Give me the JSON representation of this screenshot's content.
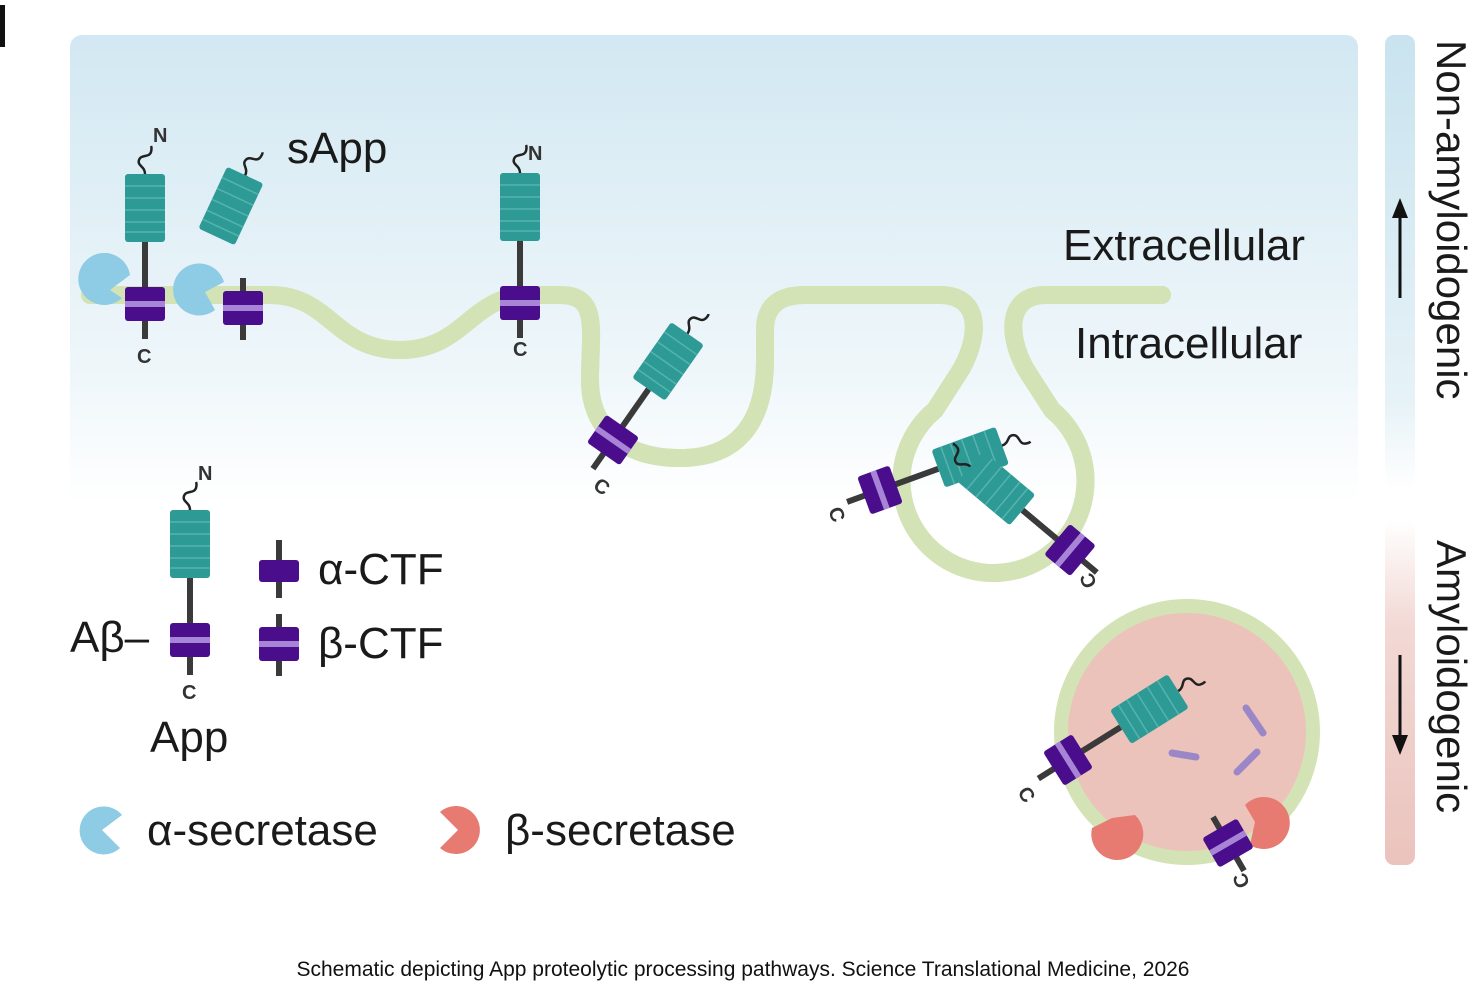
{
  "labels": {
    "sapp": "sApp",
    "extracellular": "Extracellular",
    "intracellular": "Intracellular",
    "non_amyloidogenic": "Non-amyloidogenic",
    "amyloidogenic": "Amyloidogenic",
    "n_terminus": "N",
    "c_terminus": "C"
  },
  "legend": {
    "alpha_ctf": "α-CTF",
    "beta_ctf": "β-CTF",
    "abeta": "Aβ–",
    "app": "App",
    "alpha_secretase": "α-secretase",
    "beta_secretase": "β-secretase"
  },
  "caption": "Schematic depicting App proteolytic processing pathways. Science Translational Medicine, 2026",
  "colors": {
    "app_ectodomain": "#2e9a96",
    "transmembrane": "#4a0e8c",
    "alpha_secretase": "#8ecbe4",
    "beta_secretase": "#e77b72",
    "membrane": "#d3e3b6",
    "extracellular_bg": "#d4e9f2",
    "amyloidogenic_vesicle": "#ecc3ba"
  }
}
